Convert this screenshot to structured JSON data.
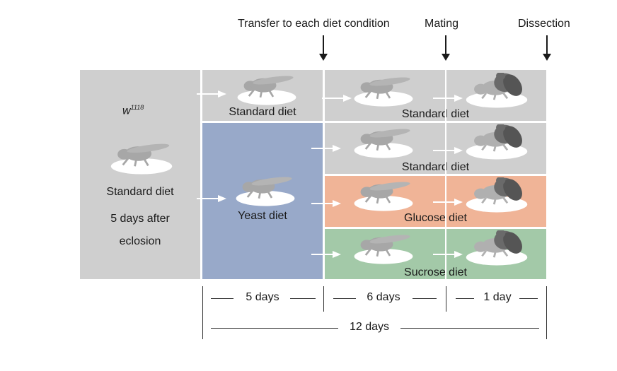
{
  "header": {
    "transfer_label": "Transfer to each diet condition",
    "mating_label": "Mating",
    "dissection_label": "Dissection"
  },
  "left_panel": {
    "genotype": "w",
    "genotype_superscript": "1118",
    "diet_label": "Standard diet",
    "age_line1": "5 days after",
    "age_line2": "eclosion"
  },
  "stage1": {
    "standard_label": "Standard diet",
    "yeast_label": "Yeast diet"
  },
  "stage2": {
    "row1_label": "Standard diet",
    "row2_label": "Standard diet",
    "row3_label": "Glucose diet",
    "row4_label": "Sucrose diet"
  },
  "timeline": {
    "seg1": "5 days",
    "seg2": "6 days",
    "seg3": "1 day",
    "total": "12 days"
  },
  "colors": {
    "gray_panel": "#cfcfcf",
    "yeast_panel": "#98a9c9",
    "glucose_panel": "#f0b497",
    "sucrose_panel": "#a3c9a8",
    "fly_gray": "#a7a7a7",
    "fly_dark": "#666666"
  },
  "icons": {
    "fly": "fly-on-food-icon",
    "mating_flies": "mating-flies-icon",
    "arrow": "white-arrow-icon",
    "down_arrow": "down-arrow-icon"
  }
}
